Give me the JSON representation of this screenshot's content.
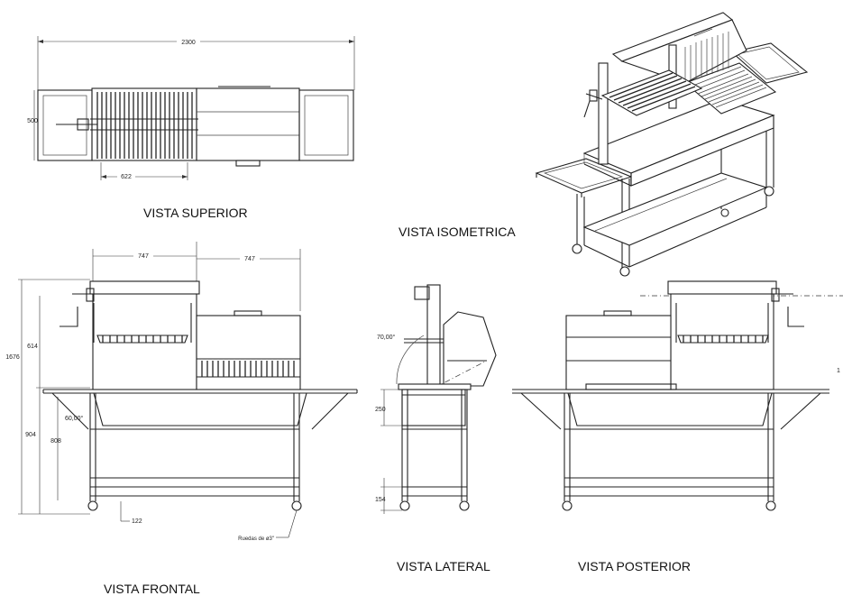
{
  "labels": {
    "top": "VISTA SUPERIOR",
    "iso": "VISTA ISOMETRICA",
    "front": "VISTA FRONTAL",
    "side": "VISTA LATERAL",
    "rear": "VISTA POSTERIOR"
  },
  "dims": {
    "overall_width": "2300",
    "depth": "500",
    "grill_width": "622",
    "left_body": "747",
    "right_body": "747",
    "top_height": "614",
    "total_height": "1676",
    "table_height": "904",
    "leg_height": "808",
    "angle_front": "60,00°",
    "wheel_offset": "122",
    "wheels": "Ruedas de ø3\"",
    "angle_side": "70,00°",
    "drawer": "250",
    "bottom": "154",
    "rear_cut": "1"
  }
}
